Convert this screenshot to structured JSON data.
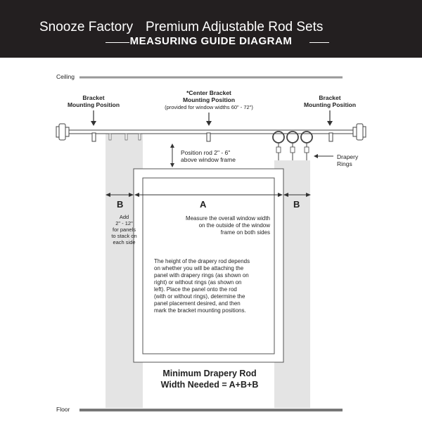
{
  "header": {
    "brand": "Snooze Factory",
    "product": "Premium Adjustable Rod Sets",
    "guide_title": "MEASURING GUIDE DIAGRAM"
  },
  "labels": {
    "ceiling": "Ceiling",
    "floor": "Floor",
    "bracket_left": "Bracket\nMounting Position",
    "bracket_right": "Bracket\nMounting Position",
    "center_bracket": "*Center Bracket\nMounting Position",
    "center_note": "(provided for window widths 60\" - 72\")",
    "position_rod": "Position rod 2\" - 6\"\nabove window frame",
    "drapery_rings": "Drapery\nRings",
    "dim_a": "A",
    "dim_b_left": "B",
    "dim_b_right": "B",
    "add_note": "Add\n2\" - 12\"\nfor panels\nto stack on\neach side",
    "measure_note": "Measure the overall window width\non the outside of the window\nframe on both sides",
    "height_note": "The height of the drapery rod depends\non whether you will be attaching the\npanel with drapery rings (as shown on\nright) or without rings (as shown on\nleft). Place the panel onto the rod\n(with or without rings), determine the\npanel placement desired, and then\nmark the bracket mounting positions.",
    "min_rod": "Minimum Drapery Rod\nWidth Needed = A+B+B"
  },
  "colors": {
    "banner": "#231f20",
    "panel": "#e4e4e4",
    "line": "#555555",
    "floor_line": "#777777"
  }
}
